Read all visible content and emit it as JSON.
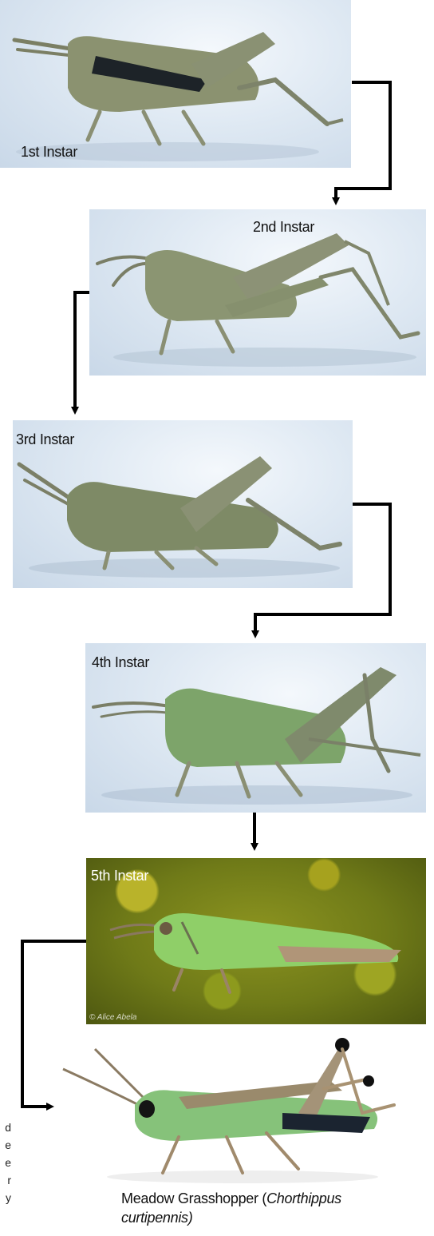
{
  "stages": [
    {
      "label": "1st Instar"
    },
    {
      "label": "2nd Instar"
    },
    {
      "label": "3rd Instar"
    },
    {
      "label": "4th Instar"
    },
    {
      "label": "5th Instar"
    }
  ],
  "watermark": "© Alice Abela",
  "caption": {
    "prefix": "Meadow Grasshopper (",
    "scientific": "Chorthippus curtipennis)"
  },
  "side_fragment": [
    "d",
    "e",
    "e",
    "r",
    "y"
  ],
  "colors": {
    "arrow": "#000000",
    "studio_background": "#dbe6f1",
    "moss_background": "#7f8a1c",
    "nymph_body": "#8a9470",
    "adult_body": "#7fbf6a"
  }
}
